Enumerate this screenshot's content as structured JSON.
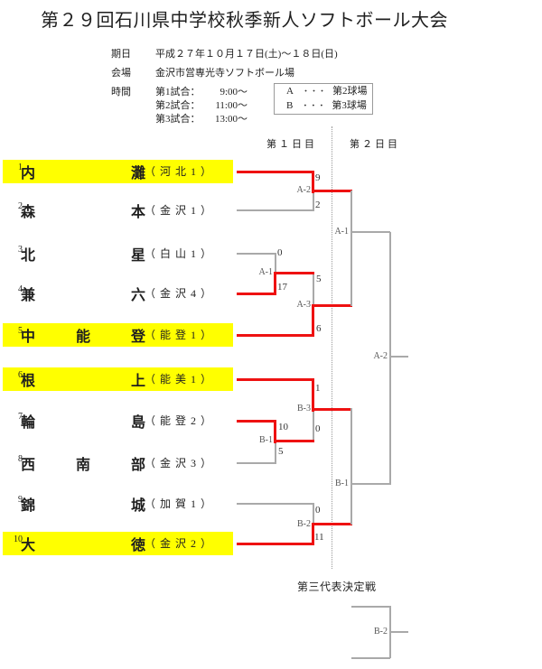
{
  "title": "第２９回石川県中学校秋季新人ソフトボール大会",
  "info": {
    "date_label": "期日",
    "date_value": "平成２７年１０月１７日(土)～１８日(日)",
    "venue_label": "会場",
    "venue_value": "金沢市営専光寺ソフトボール場",
    "time_label": "時間",
    "times": [
      {
        "label": "第1試合：",
        "time": "9:00～"
      },
      {
        "label": "第2試合：",
        "time": "11:00～"
      },
      {
        "label": "第3試合：",
        "time": "13:00～"
      }
    ]
  },
  "legend": [
    {
      "code": "A",
      "dots": "・・・",
      "field": "第2球場"
    },
    {
      "code": "B",
      "dots": "・・・",
      "field": "第3球場"
    }
  ],
  "day_headers": {
    "day1": "第１日目",
    "day2": "第２日目"
  },
  "teams": [
    {
      "seed": "1",
      "name": "内灘",
      "affiliation": "（ 河 北 1 ）",
      "highlight": true
    },
    {
      "seed": "2",
      "name": "森本",
      "affiliation": "（ 金 沢 1 ）",
      "highlight": false
    },
    {
      "seed": "3",
      "name": "北星",
      "affiliation": "（ 白 山 1 ）",
      "highlight": false
    },
    {
      "seed": "4",
      "name": "兼六",
      "affiliation": "（ 金 沢 4 ）",
      "highlight": false
    },
    {
      "seed": "5",
      "name": "中能登",
      "affiliation": "（ 能 登 1 ）",
      "highlight": true
    },
    {
      "seed": "6",
      "name": "根上",
      "affiliation": "（ 能 美 1 ）",
      "highlight": true
    },
    {
      "seed": "7",
      "name": "輪島",
      "affiliation": "（ 能 登 2 ）",
      "highlight": false
    },
    {
      "seed": "8",
      "name": "西南部",
      "affiliation": "（ 金 沢 3 ）",
      "highlight": false
    },
    {
      "seed": "9",
      "name": "錦城",
      "affiliation": "（ 加 賀 1 ）",
      "highlight": false
    },
    {
      "seed": "10",
      "name": "大徳",
      "affiliation": "（ 金 沢 2 ）",
      "highlight": true
    }
  ],
  "matches": {
    "day1": {
      "a2": {
        "id": "A-2",
        "top_score": "9",
        "bottom_score": "2"
      },
      "a1": {
        "id": "A-1",
        "top_score": "0",
        "bottom_score": "17"
      },
      "a3": {
        "id": "A-3",
        "top_score": "5",
        "bottom_score": "6"
      },
      "b3": {
        "id": "B-3",
        "top_score": "1",
        "bottom_score": "0"
      },
      "b1": {
        "id": "B-1",
        "top_score": "10",
        "bottom_score": "5"
      },
      "b2": {
        "id": "B-2",
        "top_score": "0",
        "bottom_score": "11"
      }
    },
    "day2": {
      "a1": {
        "id": "A-1"
      },
      "b1": {
        "id": "B-1"
      },
      "final": {
        "id": "A-2"
      }
    },
    "third_place": {
      "title": "第三代表決定戦",
      "id": "B-2"
    }
  },
  "colors": {
    "winner_line": "#ee1111",
    "bracket_line": "#a9a9a9",
    "highlight": "#ffff00"
  }
}
